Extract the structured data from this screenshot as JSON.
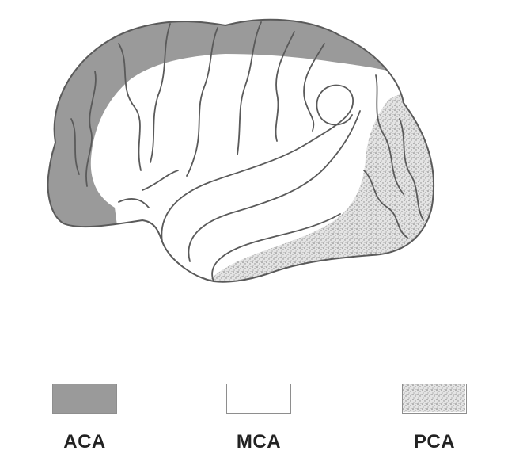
{
  "legend": {
    "aca": {
      "label": "ACA",
      "color": "#9a9a9a",
      "pattern": "solid-gray"
    },
    "mca": {
      "label": "MCA",
      "color": "#ffffff",
      "pattern": "white"
    },
    "pca": {
      "label": "PCA",
      "color": "#dedede",
      "pattern": "stippled"
    }
  },
  "colors": {
    "outline": "#5a5a5a",
    "aca_fill": "#9a9a9a",
    "pca_fill": "#dedede"
  }
}
